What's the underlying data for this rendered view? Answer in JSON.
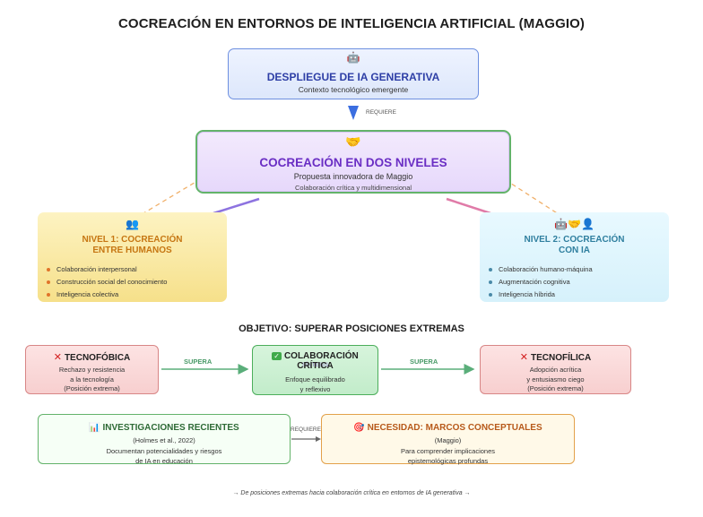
{
  "title": "COCREACIÓN EN ENTORNOS DE INTELIGENCIA ARTIFICIAL (MAGGIO)",
  "top_box": {
    "icon": "robot-icon",
    "icon_glyph": "🤖",
    "heading": "DESPLIEGUE DE IA GENERATIVA",
    "subtext": "Contexto tecnológico emergente"
  },
  "requiere_label": "REQUIERE",
  "center_box": {
    "icon": "handshake-icon",
    "icon_glyph": "🤝",
    "heading": "COCREACIÓN EN DOS NIVELES",
    "subtext1": "Propuesta innovadora de Maggio",
    "subtext2": "Colaboración crítica y multidimensional"
  },
  "level1": {
    "icon": "people-icon",
    "icon_glyph": "👥",
    "heading_line1": "NIVEL 1: COCREACIÓN",
    "heading_line2": "ENTRE HUMANOS",
    "items": [
      "Colaboración interpersonal",
      "Construcción social del conocimiento",
      "Inteligencia colectiva"
    ]
  },
  "level2": {
    "icon": "robot-handshake-person-icon",
    "icon_glyph": "🤖🤝👤",
    "heading_line1": "NIVEL 2: COCREACIÓN",
    "heading_line2": "CON IA",
    "items": [
      "Colaboración humano-máquina",
      "Augmentación cognitiva",
      "Inteligencia híbrida"
    ]
  },
  "objective_title": "OBJETIVO: SUPERAR POSICIONES EXTREMAS",
  "tecnofobica": {
    "mark": "✕",
    "heading": "TECNOFÓBICA",
    "line1": "Rechazo y resistencia",
    "line2": "a la tecnología",
    "line3": "(Posición extrema)"
  },
  "supera_label": "SUPERA",
  "colaboracion": {
    "mark": "✓",
    "heading_line1": "COLABORACIÓN",
    "heading_line2": "CRÍTICA",
    "overlay": "SÍNTESIS",
    "line1": "Enfoque equilibrado",
    "line2": "y reflexivo"
  },
  "tecnofilica": {
    "mark": "✕",
    "heading": "TECNOFÍLICA",
    "line1": "Adopción acrítica",
    "line2": "y entusiasmo ciego",
    "line3": "(Posición extrema)"
  },
  "investigaciones": {
    "icon": "bar-chart-icon",
    "icon_glyph": "📊",
    "heading": "INVESTIGACIONES RECIENTES",
    "citation": "(Holmes et al., 2022)",
    "line1": "Documentan potencialidades y riesgos",
    "line2": "de IA en educación"
  },
  "necesidad": {
    "icon": "target-icon",
    "icon_glyph": "🎯",
    "heading": "NECESIDAD: MARCOS CONCEPTUALES",
    "citation": "(Maggio)",
    "line1": "Para comprender implicaciones",
    "line2": "epistemológicas profundas"
  },
  "footer": "→ De posiciones extremas hacia colaboración crítica en entornos de IA generativa →",
  "colors": {
    "top_border": "#6d8fe0",
    "center_border": "#63b36a",
    "center_heading": "#6a2ec4",
    "level1_heading": "#c67612",
    "level2_heading": "#2f7f9f",
    "arrow_green": "#5aae7a",
    "arrow_blue": "#3b6ee0"
  }
}
